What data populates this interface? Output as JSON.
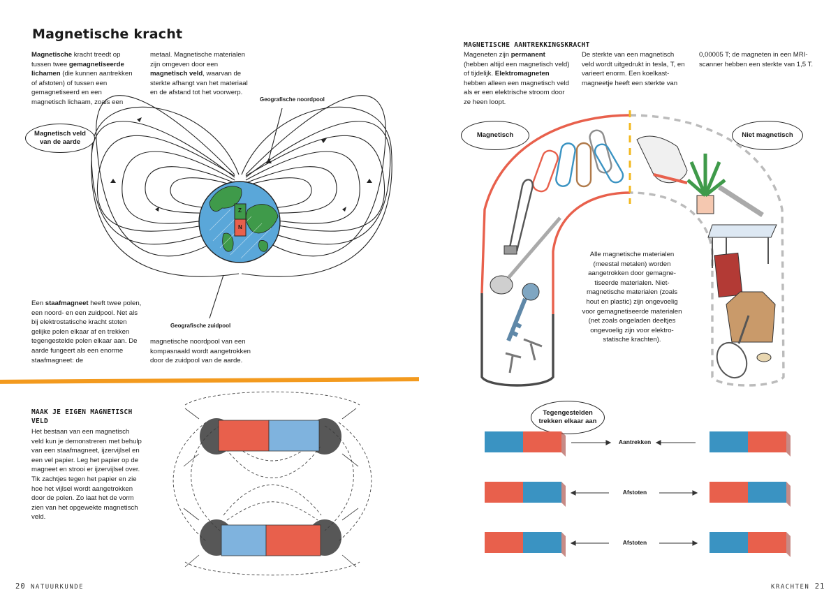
{
  "left": {
    "title": "Magnetische kracht",
    "intro_col1": [
      {
        "t": "Magnetische",
        "b": true
      },
      {
        "t": " kracht treedt op tussen twee ",
        "b": false
      },
      {
        "t": "gemagnetiseerde lichamen",
        "b": true
      },
      {
        "t": " (die kunnen aantrekken of afstoten) of tussen een gemagnetiseerd en een magnetisch lichaam, zoals een",
        "b": false
      }
    ],
    "intro_col2": [
      {
        "t": "metaal. Magnetische materialen zijn omgeven door een ",
        "b": false
      },
      {
        "t": "magnetisch veld",
        "b": true
      },
      {
        "t": ", waarvan de sterkte afhangt van het materiaal en de afstand tot het voorwerp.",
        "b": false
      }
    ],
    "bubble_earth_field": "Magnetisch veld van de aarde",
    "label_north": "Geografische noordpool",
    "label_south": "Geografische zuidpool",
    "magnet_n": "N",
    "magnet_z": "Z",
    "bar_col1": [
      {
        "t": "Een ",
        "b": false
      },
      {
        "t": "staafmagneet",
        "b": true
      },
      {
        "t": " heeft twee polen, een noord- en een zuidpool. Net als bij elektrostatische kracht stoten gelijke polen elkaar af en trekken tegengestelde polen elkaar aan. De aarde fungeert als een enorme staafmagneet: de",
        "b": false
      }
    ],
    "bar_col2": "magnetische noordpool van een kompasnaald wordt aangetrokken door de zuidpool van de aarde.",
    "diy_head": "MAAK JE EIGEN MAGNETISCH VELD",
    "diy_body": "Het bestaan van een magnetisch veld kun je demonstreren met behulp van een staafmagneet, ijzervijlsel en een vel papier. Leg het papier op de magneet en strooi er ijzervijlsel over. Tik zachtjes tegen het papier en zie hoe het vijlsel wordt aangetrokken door de polen. Zo laat het de vorm zien van het opgewekte magnetisch veld.",
    "folio_num": "20",
    "folio_text": "NATUURKUNDE"
  },
  "right": {
    "head": "MAGNETISCHE AANTREKKINGSKRACHT",
    "col1": [
      {
        "t": "Mageneten zijn ",
        "b": false
      },
      {
        "t": "permanent",
        "b": true
      },
      {
        "t": " (hebben altijd een magnetisch veld) of tijdelijk. ",
        "b": false
      },
      {
        "t": "Elektromagneten",
        "b": true
      },
      {
        "t": " hebben alleen een magnetisch veld als er een elektrische stroom door ze heen loopt.",
        "b": false
      }
    ],
    "col2": "De sterkte van een magnetisch veld wordt uitgedrukt in tesla, T, en varieert enorm. Een koelkast-magneetje heeft een sterkte van",
    "col3": "0,00005 T; de magneten in een MRI-scanner hebben een sterkte van 1,5 T.",
    "bubble_magnetic": "Magnetisch",
    "bubble_nonmagnetic": "Niet magnetisch",
    "center_text": "Alle magnetische materialen (meestal metalen) worden aangetrokken door gemagne-tiseerde materialen. Niet-magnetische materialen (zoals hout en plastic) zijn ongevoelig voor gemagnetiseerde materialen (net zoals ongeladen deeltjes ongevoelig zijn voor elektro-statische krachten).",
    "bubble_opposites": "Tegengestelden trekken elkaar aan",
    "rows": [
      {
        "label": "Aantrekken"
      },
      {
        "label": "Afstoten"
      },
      {
        "label": "Afstoten"
      }
    ],
    "folio_text": "KRACHTEN",
    "folio_num": "21"
  },
  "colors": {
    "orange": "#f39a1e",
    "red": "#e8604c",
    "blue": "#3a93c2",
    "darkred": "#c0392b",
    "earth_green": "#3f9a4a",
    "earth_blue": "#5aa7d9"
  }
}
